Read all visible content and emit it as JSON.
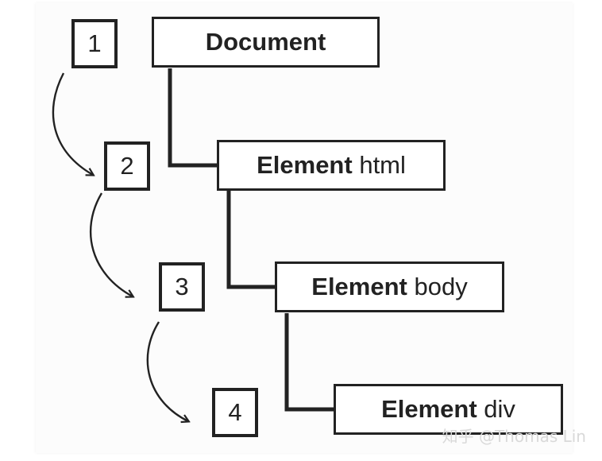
{
  "steps": [
    {
      "label": "1"
    },
    {
      "label": "2"
    },
    {
      "label": "3"
    },
    {
      "label": "4"
    }
  ],
  "nodes": [
    {
      "bold": "Document",
      "rest": ""
    },
    {
      "bold": "Element",
      "rest": "html"
    },
    {
      "bold": "Element",
      "rest": "body"
    },
    {
      "bold": "Element",
      "rest": "div"
    }
  ],
  "watermark": "知乎 @Thomas Lin",
  "colors": {
    "stroke": "#222222",
    "card": "#fcfcfc",
    "background": "#ffffff"
  }
}
